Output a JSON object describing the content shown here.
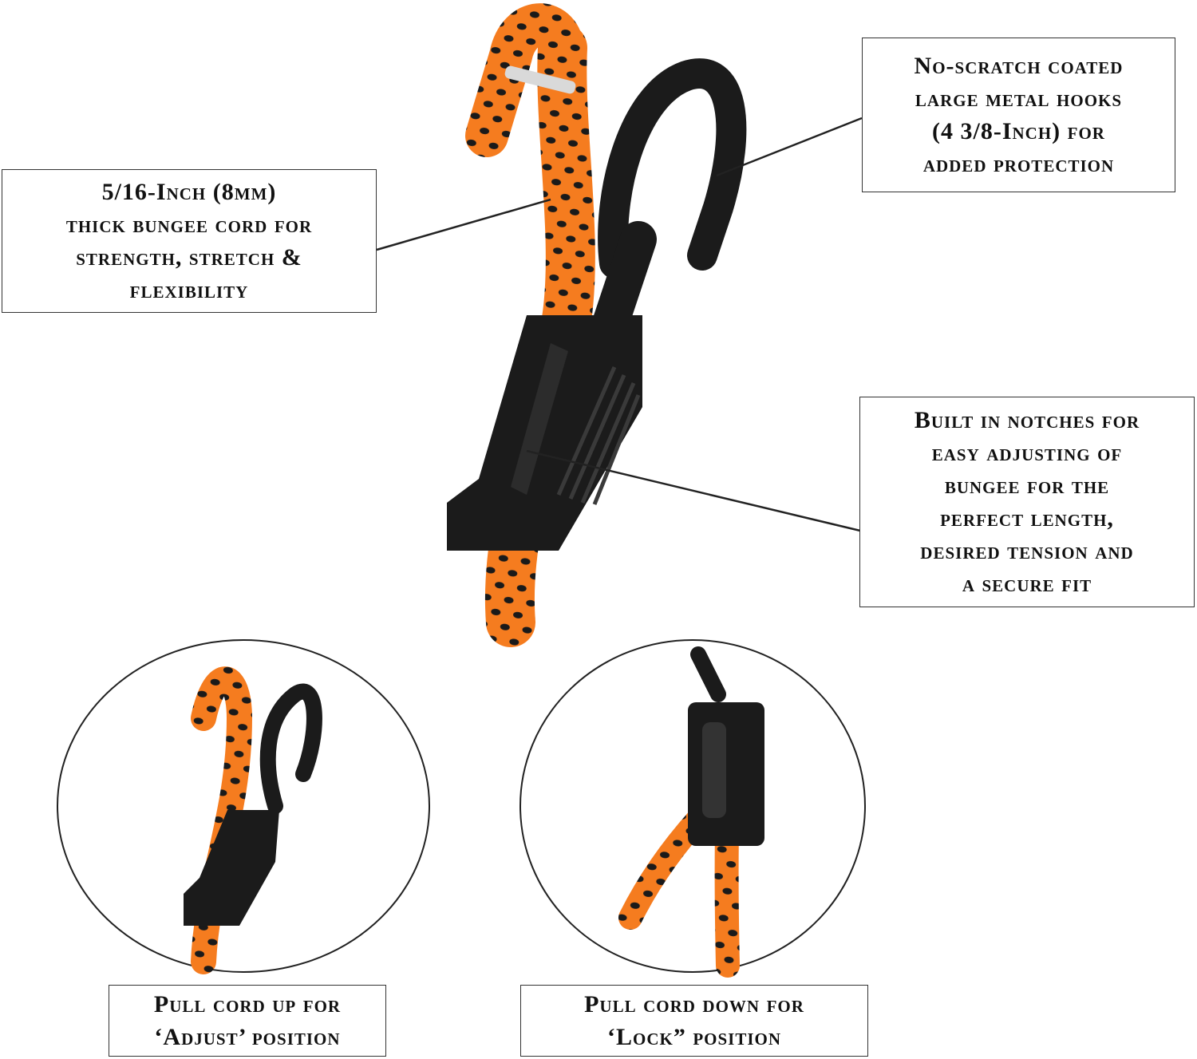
{
  "callouts": {
    "cord": [
      "5/16-Inch (8mm)",
      "thick bungee cord for",
      "strength, stretch &",
      "flexibility"
    ],
    "hook": [
      "No-scratch coated",
      "large metal hooks",
      "(4 3/8-Inch) for",
      "added protection"
    ],
    "notches": [
      "Built in notches for",
      "easy adjusting of",
      "bungee for the",
      "perfect length,",
      "desired tension and",
      "a secure fit"
    ],
    "adjust": [
      "Pull cord up for",
      "‘Adjust’ position"
    ],
    "lock": [
      "Pull cord down for",
      "‘Lock” position"
    ]
  },
  "colors": {
    "cord": "#f57c1f",
    "cord_spots": "#1a1a1a",
    "plastic": "#1b1b1b",
    "border": "#333333"
  }
}
